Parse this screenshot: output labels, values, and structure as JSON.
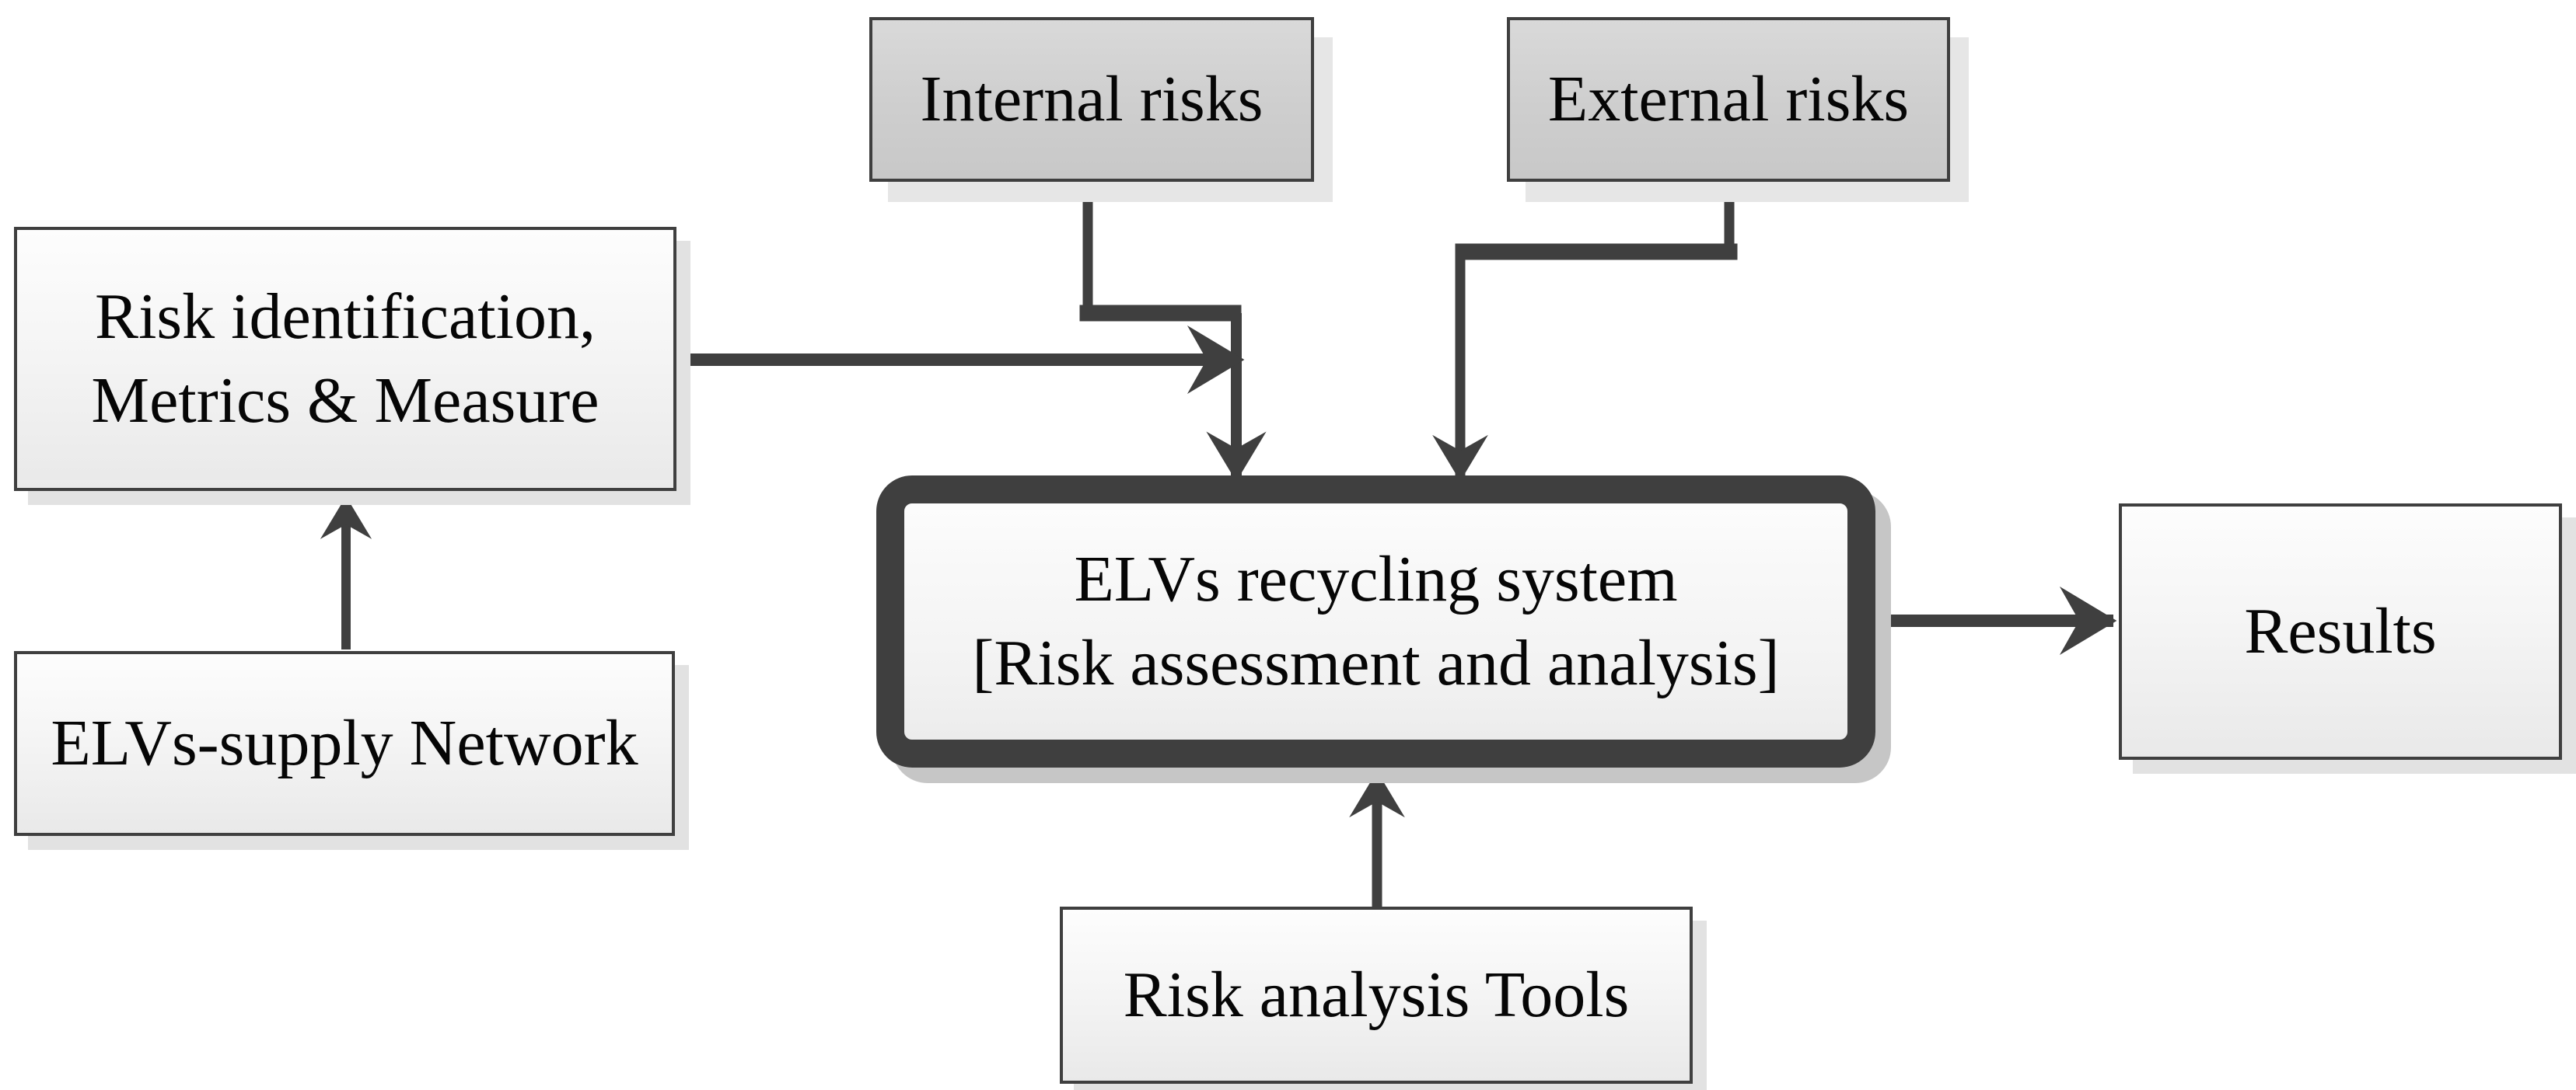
{
  "diagram": {
    "type": "flowchart",
    "nodes": {
      "internal_risks": {
        "label": "Internal risks"
      },
      "external_risks": {
        "label": "External risks"
      },
      "risk_identification": {
        "line1": "Risk identification,",
        "line2": "Metrics & Measure"
      },
      "elvs_supply_network": {
        "label": "ELVs-supply Network"
      },
      "elvs_recycling_system": {
        "line1": "ELVs recycling system",
        "line2": "[Risk assessment and analysis]"
      },
      "results": {
        "label": "Results"
      },
      "risk_analysis_tools": {
        "label": "Risk analysis Tools"
      }
    },
    "edges": [
      {
        "from": "internal_risks",
        "to": "elvs_recycling_system",
        "style": "elbow-down"
      },
      {
        "from": "external_risks",
        "to": "elvs_recycling_system",
        "style": "elbow-down"
      },
      {
        "from": "risk_identification",
        "to": "elvs_recycling_system",
        "style": "straight-right"
      },
      {
        "from": "elvs_supply_network",
        "to": "risk_identification",
        "style": "straight-up"
      },
      {
        "from": "risk_analysis_tools",
        "to": "elvs_recycling_system",
        "style": "straight-up"
      },
      {
        "from": "elvs_recycling_system",
        "to": "results",
        "style": "straight-right"
      }
    ],
    "colors": {
      "line": "#3f3f3f",
      "border": "#3f3f3f",
      "gray_box_fill": "#cecece",
      "light_box_fill": "#f5f5f5",
      "text": "#060606",
      "background": "#ffffff",
      "shadow": "#e2e2e2"
    }
  }
}
